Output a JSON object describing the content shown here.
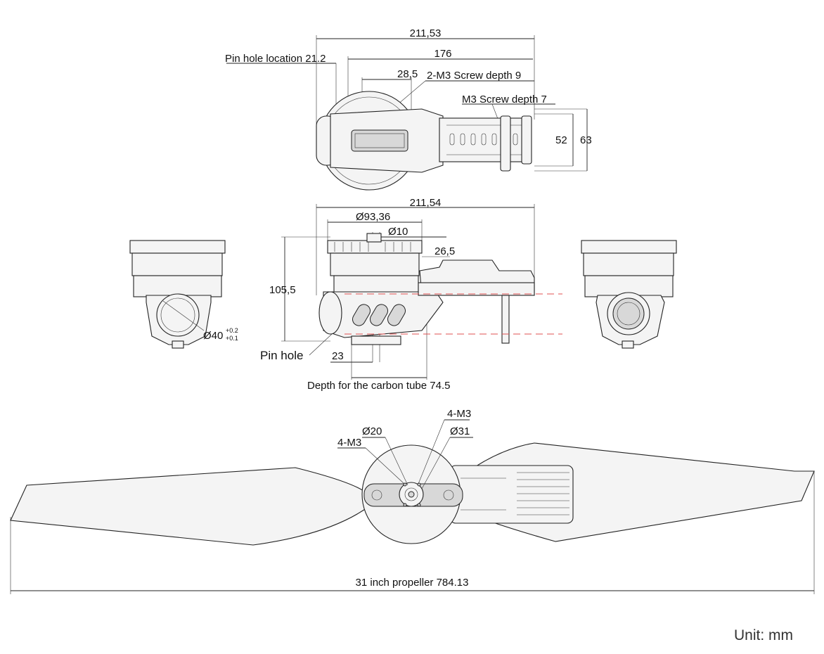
{
  "top_view": {
    "dim_overall": "211,53",
    "dim_176": "176",
    "pin_hole_location": "Pin hole location 21.2",
    "dim_28_5": "28,5",
    "screw_2m3": "2-M3 Screw depth 9",
    "screw_m3": "M3 Screw depth 7",
    "dim_52": "52",
    "dim_63": "63"
  },
  "side_view": {
    "dim_overall": "211,54",
    "dim_d93": "Ø93,36",
    "dim_d10": "Ø10",
    "dim_26_5": "26,5",
    "dim_105_5": "105,5",
    "pin_hole": "Pin hole",
    "dim_23": "23",
    "carbon_tube_depth": "Depth for the carbon tube 74.5"
  },
  "front_view": {
    "dim_d40": "Ø40",
    "tol_plus": "+0.2",
    "tol_minus": "+0.1"
  },
  "propeller_view": {
    "label_4m3_top": "4-M3",
    "label_d20": "Ø20",
    "label_d31": "Ø31",
    "label_4m3_left": "4-M3",
    "propeller_length": "31 inch propeller 784.13"
  },
  "unit_label": "Unit: mm"
}
